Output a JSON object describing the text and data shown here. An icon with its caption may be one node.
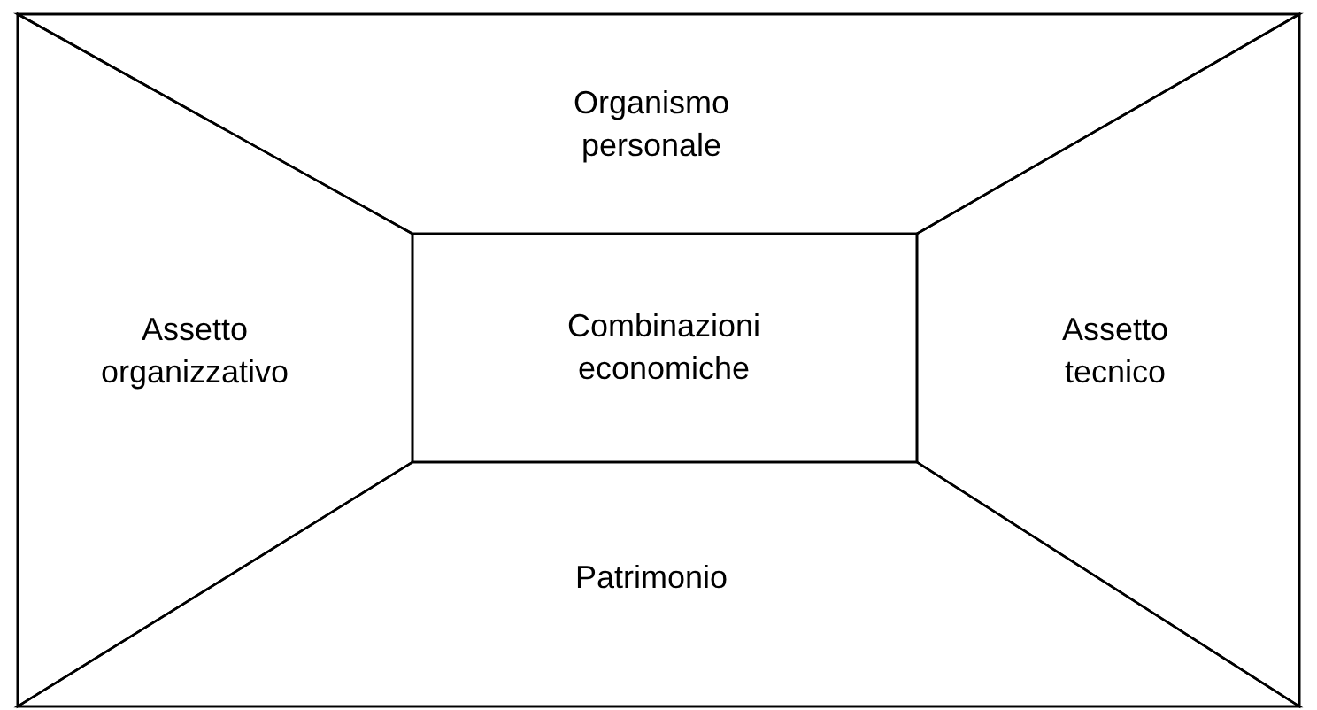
{
  "diagram": {
    "nodes": [
      {
        "text": [],
        "shape": "box"
      },
      {
        "text": [
          "Organismo personale"
        ],
        "in": 0
      },
      {
        "text": [
          "Assetto organizzativo"
        ],
        "in": 0
      },
      {
        "text": [
          "Combinazioni economiche"
        ],
        "in": 0
      },
      {
        "text": [
          "Assetto tecnico"
        ],
        "in": 0
      },
      {
        "text": [
          "Patrimonio"
        ],
        "in": 0
      }
    ],
    "edges": []
  }
}
